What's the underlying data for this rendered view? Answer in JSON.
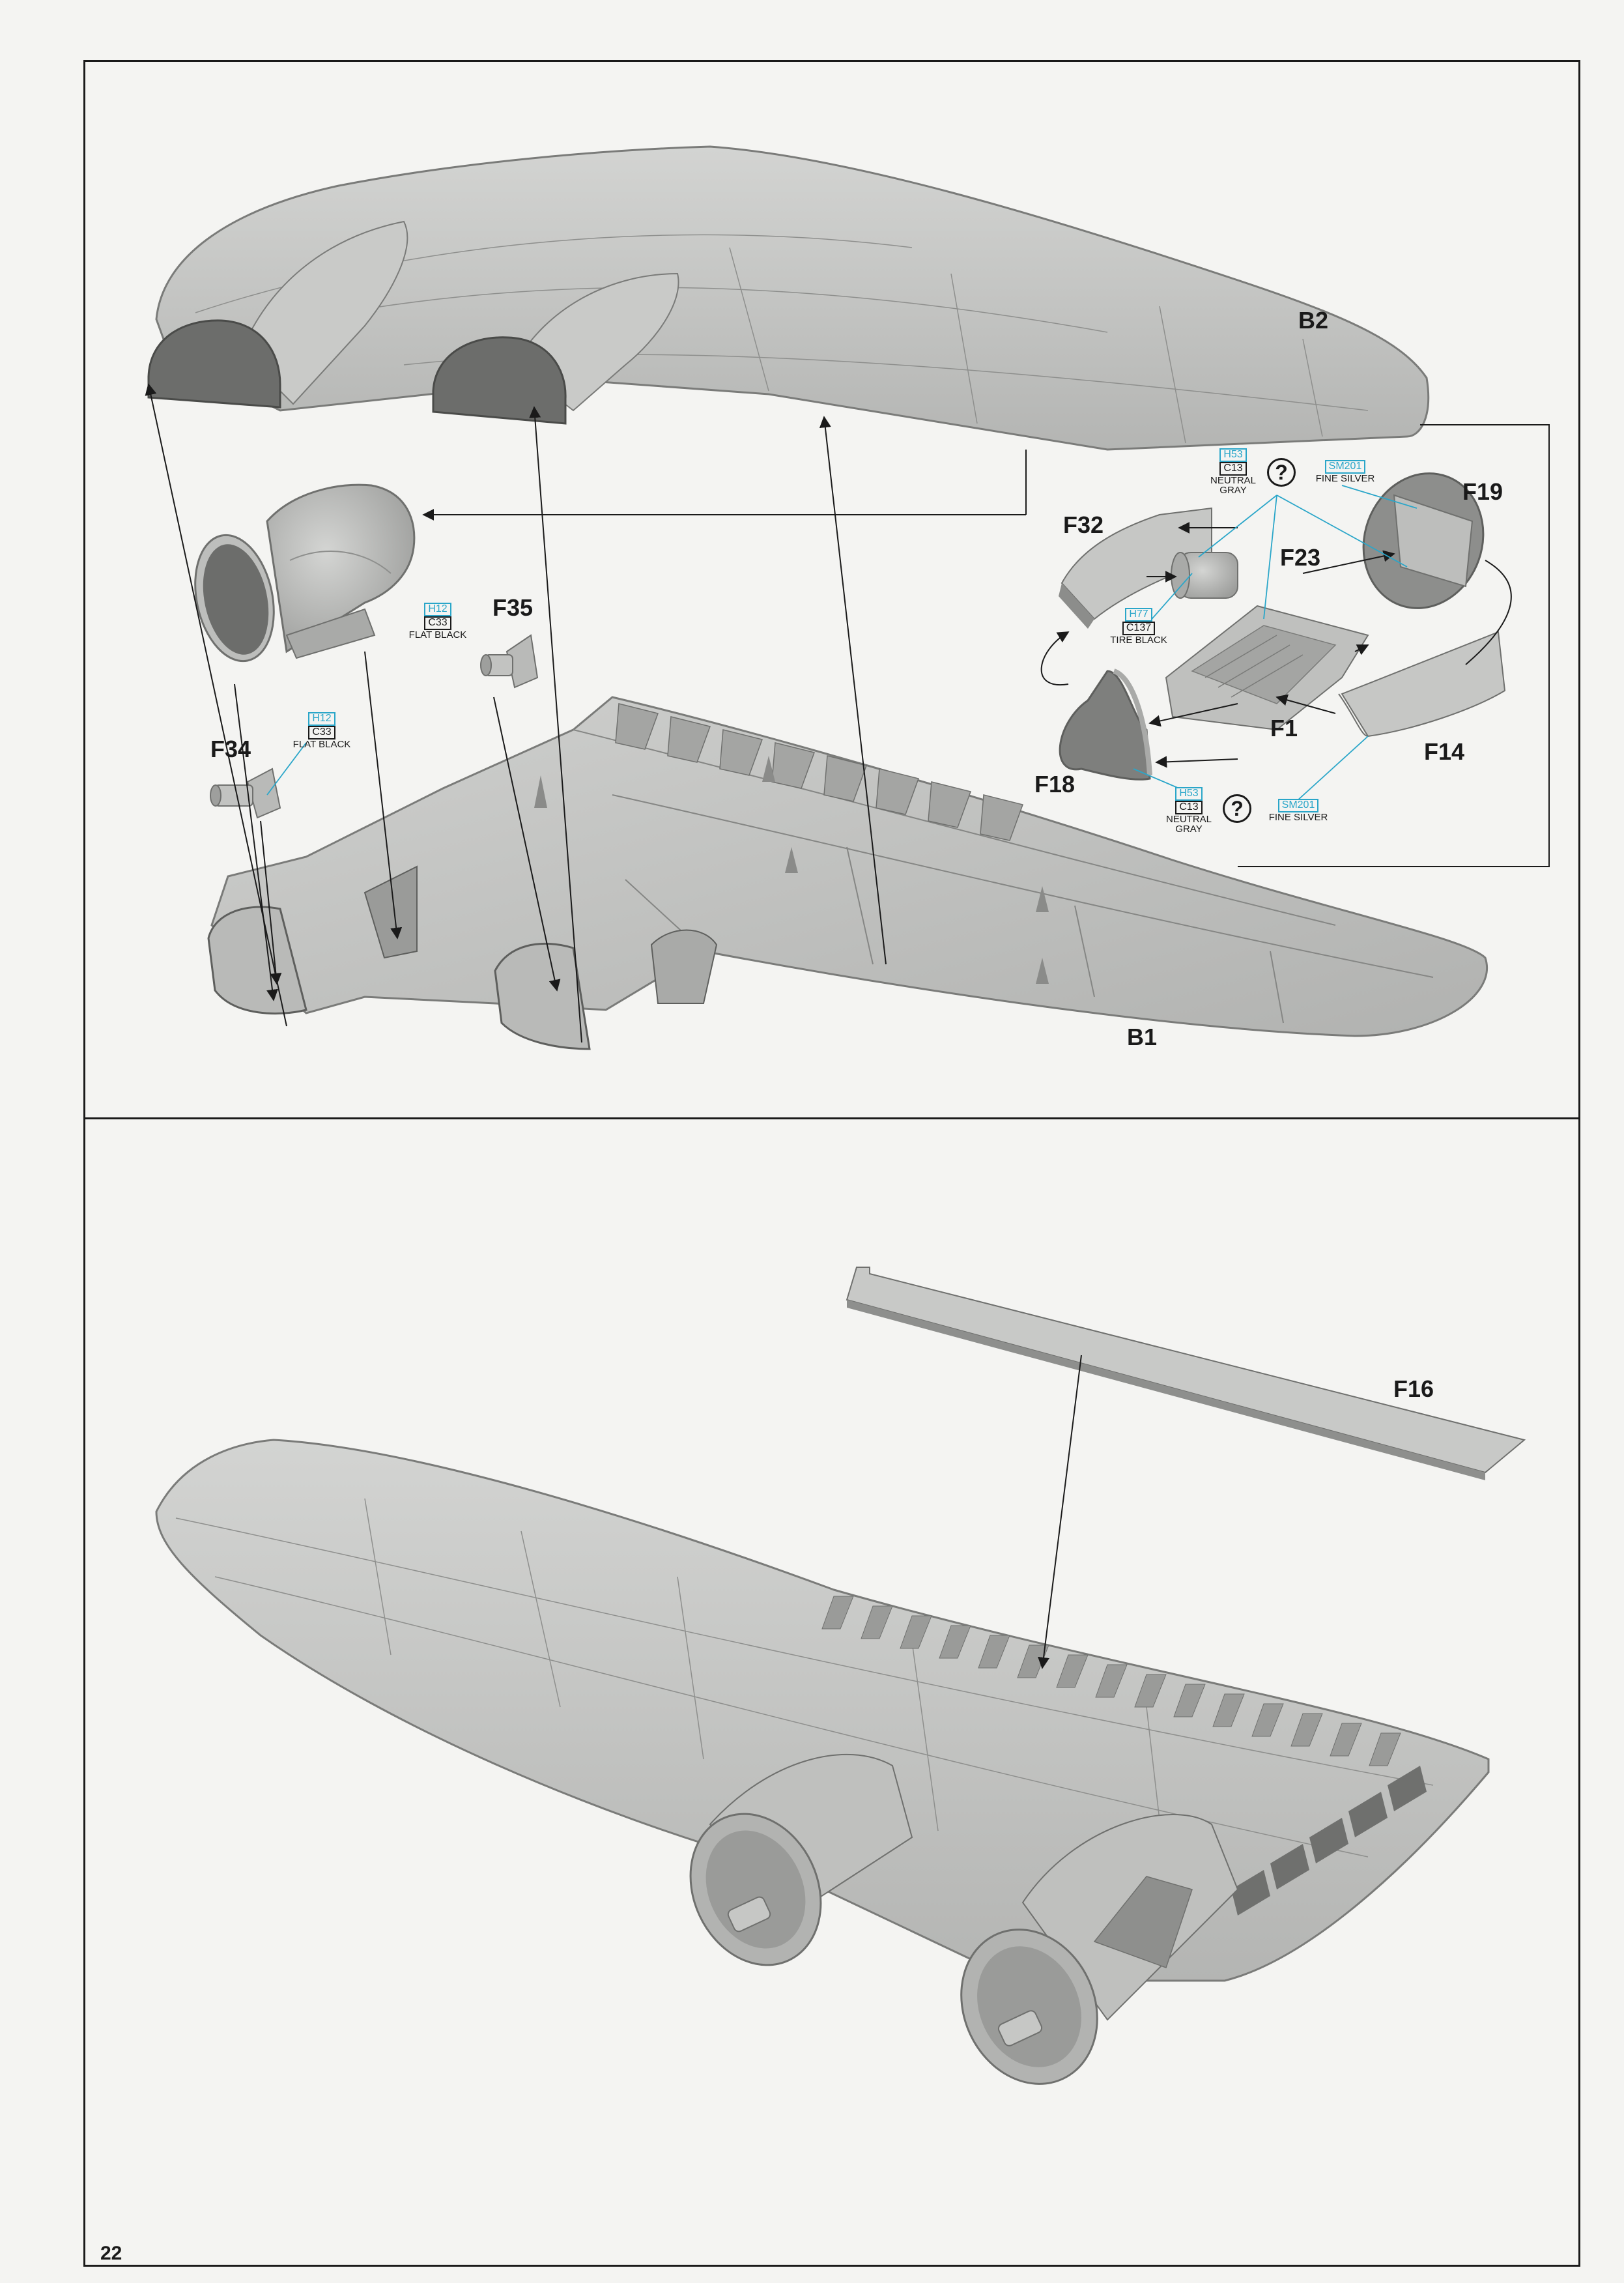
{
  "page": {
    "number": "22"
  },
  "colors": {
    "paper": "#f4f4f2",
    "frame": "#1a1a1a",
    "part_fill": "#c4c5c3",
    "part_shadow": "#8c8d8b",
    "callout_accent": "#2aa6c9"
  },
  "top_panel": {
    "parts": {
      "b2": "B2",
      "b1": "B1",
      "f35": "F35",
      "f34": "F34",
      "f32": "F32",
      "f19": "F19",
      "f23": "F23",
      "f1": "F1",
      "f18": "F18",
      "f14": "F14"
    },
    "callouts": {
      "f35_paint": {
        "code_a": "H12",
        "code_b": "C33",
        "name": "FLAT BLACK"
      },
      "f34_paint": {
        "code_a": "H12",
        "code_b": "C33",
        "name": "FLAT BLACK"
      },
      "inset_top_gray": {
        "code_a": "H53",
        "code_b": "C13",
        "name_1": "NEUTRAL",
        "name_2": "GRAY"
      },
      "inset_top_silver": {
        "code_a": "SM201",
        "name": "FINE SILVER"
      },
      "inset_tire": {
        "code_a": "H77",
        "code_b": "C137",
        "name": "TIRE BLACK"
      },
      "inset_bottom_gray": {
        "code_a": "H53",
        "code_b": "C13",
        "name_1": "NEUTRAL",
        "name_2": "GRAY"
      },
      "inset_bottom_silver": {
        "code_a": "SM201",
        "name": "FINE SILVER"
      },
      "question_mark": "?"
    }
  },
  "bottom_panel": {
    "parts": {
      "f16": "F16"
    }
  }
}
